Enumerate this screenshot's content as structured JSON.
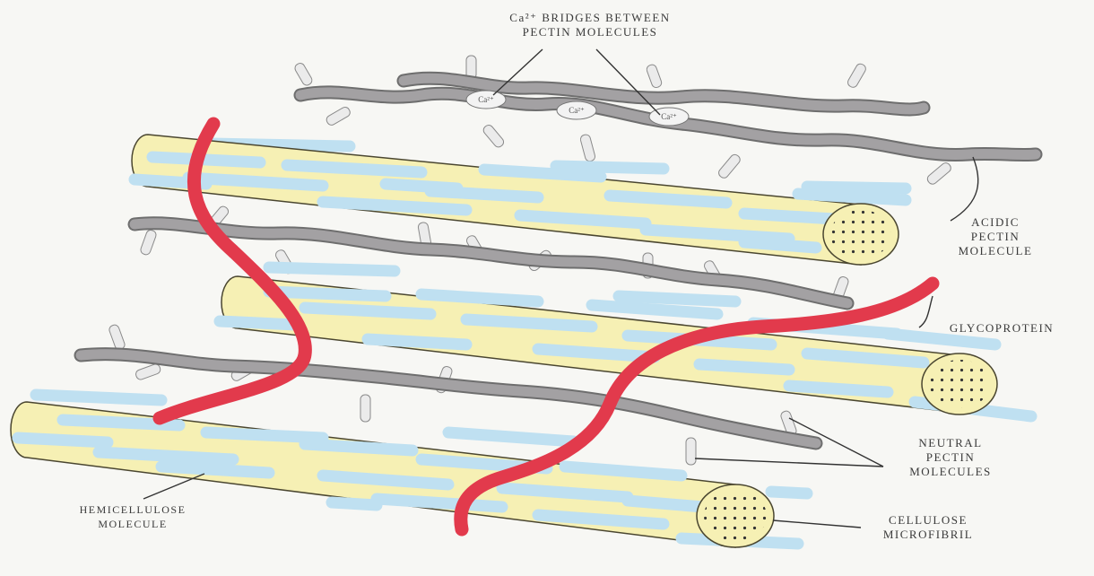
{
  "colors": {
    "microfibril_fill": "#f6f0b4",
    "microfibril_stroke": "#4a4630",
    "hemicellulose": "#bfe0f1",
    "pectin": "#9c9a9c",
    "pectin_branch": "#ebebeb",
    "glycoprotein": "#e23a4c",
    "label_text": "#3a3a3a"
  },
  "labels": {
    "ca_bridges": [
      "Ca²⁺ BRIDGES BETWEEN",
      "PECTIN MOLECULES"
    ],
    "acidic_pectin": [
      "ACIDIC",
      "PECTIN",
      "MOLECULE"
    ],
    "glycoprotein": [
      "GLYCOPROTEIN"
    ],
    "neutral_pectin": [
      "NEUTRAL",
      "PECTIN",
      "MOLECULES"
    ],
    "cellulose": [
      "CELLULOSE",
      "MICROFIBRIL"
    ],
    "hemicellulose": [
      "HEMICELLULOSE",
      "MOLECULE"
    ],
    "ca_tag": "Ca²⁺"
  }
}
